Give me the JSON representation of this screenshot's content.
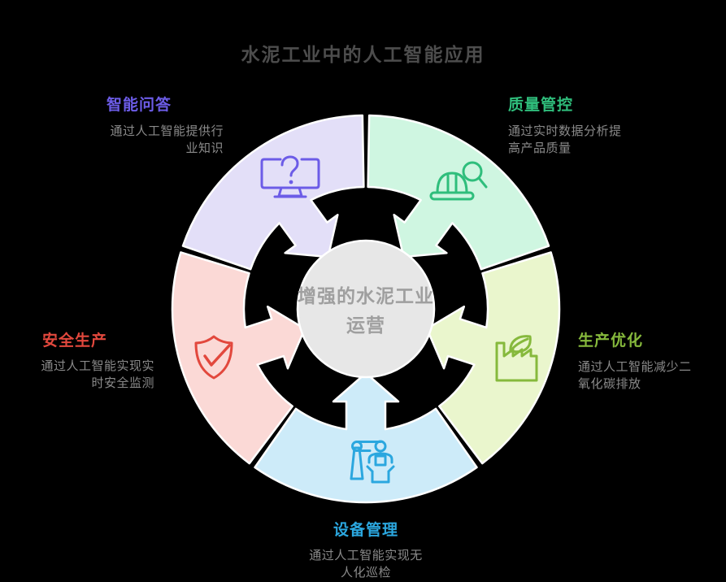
{
  "title": "水泥工业中的人工智能应用",
  "background_color": "#000000",
  "center": {
    "label": "增强的水泥工业运营",
    "fill": "#E7E7E7",
    "text_color": "#9F9F9F"
  },
  "segments": [
    {
      "id": "quality",
      "label": "质量管控",
      "description": "通过实时数据分析提\n高产品质量",
      "color": "#2FBE7C",
      "fill": "#CFF6E1",
      "icon": "hardhat-magnifier-icon"
    },
    {
      "id": "production",
      "label": "生产优化",
      "description": "通过人工智能减少二\n氧化碳排放",
      "color": "#86B93C",
      "fill": "#EAF6CD",
      "icon": "factory-leaf-icon"
    },
    {
      "id": "equipment",
      "label": "设备管理",
      "description": "通过人工智能实现无\n人化巡检",
      "color": "#2BA7DF",
      "fill": "#CDEBF9",
      "icon": "robot-arm-icon"
    },
    {
      "id": "safety",
      "label": "安全生产",
      "description": "通过人工智能实现实\n时安全监测",
      "color": "#E2483D",
      "fill": "#FBD9D6",
      "icon": "shield-check-icon"
    },
    {
      "id": "qa",
      "label": "智能问答",
      "description": "通过人工智能提供行\n业知识",
      "color": "#6C5CE7",
      "fill": "#E3DFF8",
      "icon": "monitor-question-icon"
    }
  ]
}
